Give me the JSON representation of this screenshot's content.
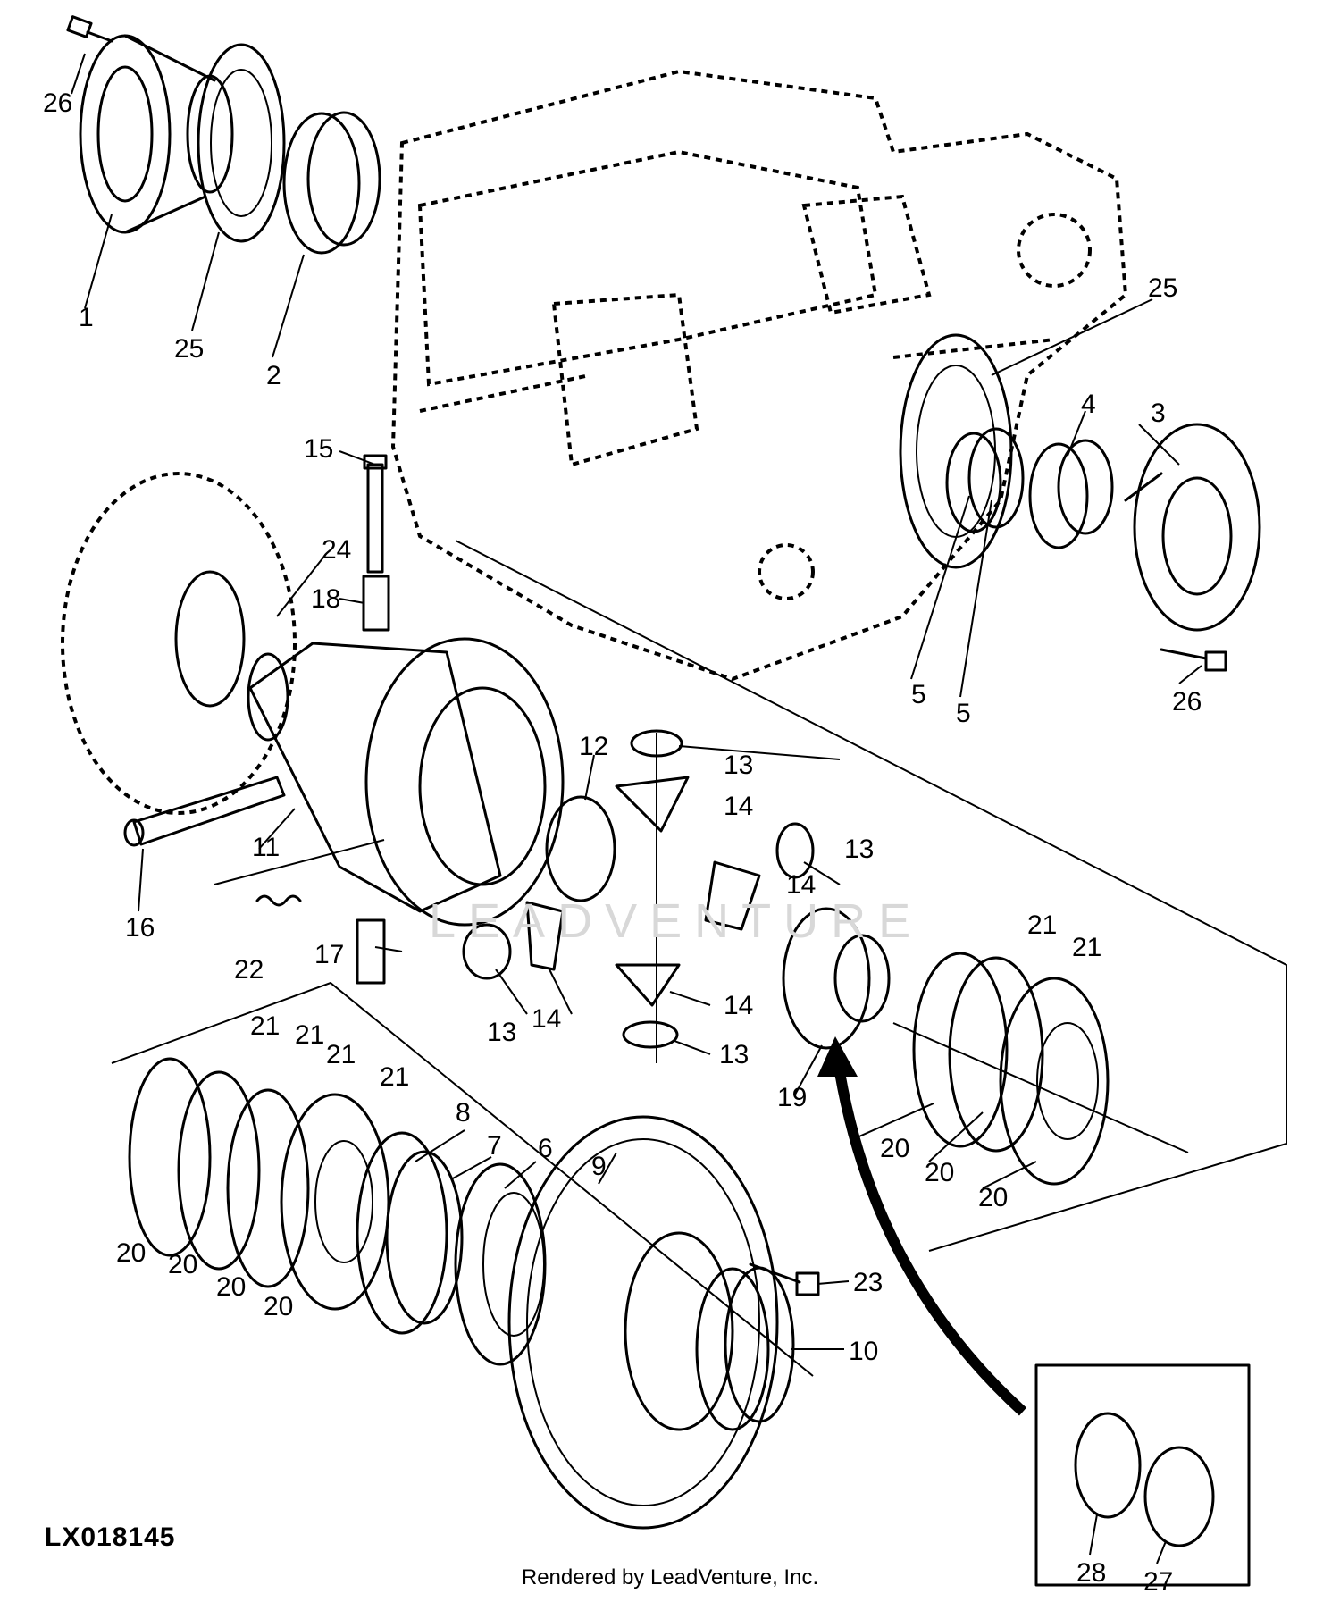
{
  "figure_id": "LX018145",
  "credit": "Rendered by LeadVenture, Inc.",
  "watermark": "LEADVENTURE",
  "callouts": [
    {
      "id": "c-26a",
      "text": "26"
    },
    {
      "id": "c-1",
      "text": "1"
    },
    {
      "id": "c-25a",
      "text": "25"
    },
    {
      "id": "c-2",
      "text": "2"
    },
    {
      "id": "c-25b",
      "text": "25"
    },
    {
      "id": "c-4",
      "text": "4"
    },
    {
      "id": "c-3",
      "text": "3"
    },
    {
      "id": "c-5a",
      "text": "5"
    },
    {
      "id": "c-5b",
      "text": "5"
    },
    {
      "id": "c-26b",
      "text": "26"
    },
    {
      "id": "c-15",
      "text": "15"
    },
    {
      "id": "c-24",
      "text": "24"
    },
    {
      "id": "c-18",
      "text": "18"
    },
    {
      "id": "c-11",
      "text": "11"
    },
    {
      "id": "c-16",
      "text": "16"
    },
    {
      "id": "c-12",
      "text": "12"
    },
    {
      "id": "c-13a",
      "text": "13"
    },
    {
      "id": "c-14a",
      "text": "14"
    },
    {
      "id": "c-13b",
      "text": "13"
    },
    {
      "id": "c-14b",
      "text": "14"
    },
    {
      "id": "c-22",
      "text": "22"
    },
    {
      "id": "c-17",
      "text": "17"
    },
    {
      "id": "c-13c",
      "text": "13"
    },
    {
      "id": "c-14c",
      "text": "14"
    },
    {
      "id": "c-14d",
      "text": "14"
    },
    {
      "id": "c-13d",
      "text": "13"
    },
    {
      "id": "c-19",
      "text": "19"
    },
    {
      "id": "c-21a",
      "text": "21"
    },
    {
      "id": "c-21b",
      "text": "21"
    },
    {
      "id": "c-20a",
      "text": "20"
    },
    {
      "id": "c-20b",
      "text": "20"
    },
    {
      "id": "c-20c",
      "text": "20"
    },
    {
      "id": "c-21c",
      "text": "21"
    },
    {
      "id": "c-21d",
      "text": "21"
    },
    {
      "id": "c-21e",
      "text": "21"
    },
    {
      "id": "c-21f",
      "text": "21"
    },
    {
      "id": "c-8",
      "text": "8"
    },
    {
      "id": "c-7",
      "text": "7"
    },
    {
      "id": "c-6",
      "text": "6"
    },
    {
      "id": "c-9",
      "text": "9"
    },
    {
      "id": "c-20d",
      "text": "20"
    },
    {
      "id": "c-20e",
      "text": "20"
    },
    {
      "id": "c-20f",
      "text": "20"
    },
    {
      "id": "c-20g",
      "text": "20"
    },
    {
      "id": "c-23",
      "text": "23"
    },
    {
      "id": "c-10",
      "text": "10"
    },
    {
      "id": "c-28",
      "text": "28"
    },
    {
      "id": "c-27",
      "text": "27"
    }
  ]
}
